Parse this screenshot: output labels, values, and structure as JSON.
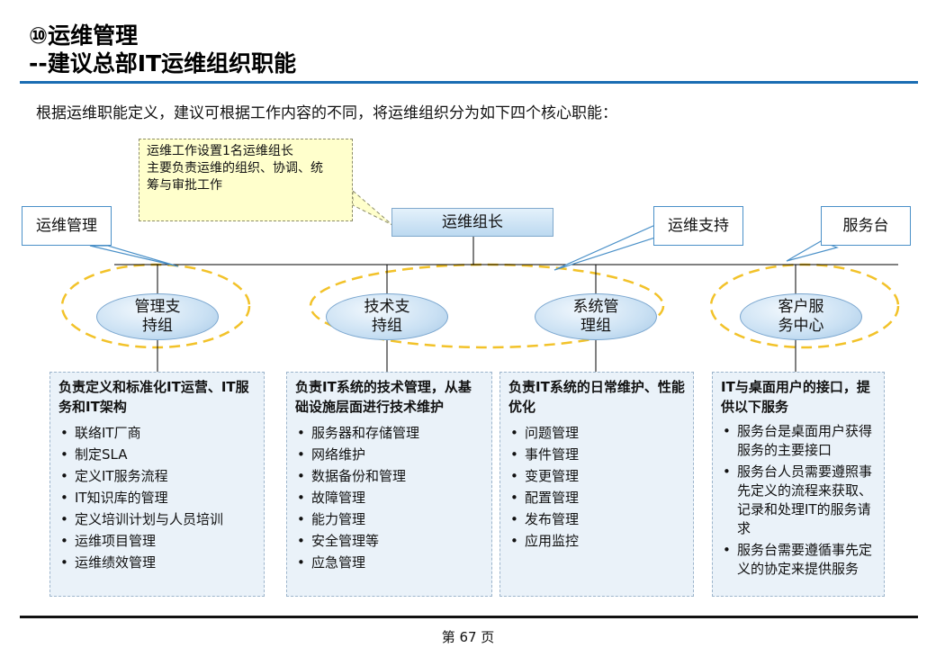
{
  "header": {
    "title_line1": "⑩运维管理",
    "title_line2": "--建议总部IT运维组织职能"
  },
  "intro": "根据运维职能定义，建议可根据工作内容的不同，将运维组织分为如下四个核心职能：",
  "note": {
    "lines": [
      "运维工作设置1名运维组长",
      "主要负责运维的组织、协调、统",
      "筹与审批工作"
    ]
  },
  "leader": "运维组长",
  "callouts": {
    "ops_mgmt": "运维管理",
    "ops_support": "运维支持",
    "service_desk": "服务台"
  },
  "nodes": [
    {
      "label": "管理支\n持组"
    },
    {
      "label": "技术支\n持组"
    },
    {
      "label": "系统管\n理组"
    },
    {
      "label": "客户服\n务中心"
    }
  ],
  "panels": [
    {
      "title": "负责定义和标准化IT运营、IT服务和IT架构",
      "items": [
        "联络IT厂商",
        "制定SLA",
        "定义IT服务流程",
        "IT知识库的管理",
        "定义培训计划与人员培训",
        "运维项目管理",
        "运维绩效管理"
      ]
    },
    {
      "title": "负责IT系统的技术管理，从基础设施层面进行技术维护",
      "items": [
        "服务器和存储管理",
        "网络维护",
        "数据备份和管理",
        "故障管理",
        "能力管理",
        "安全管理等",
        "应急管理"
      ]
    },
    {
      "title": "负责IT系统的日常维护、性能优化",
      "items": [
        "问题管理",
        "事件管理",
        "变更管理",
        "配置管理",
        "发布管理",
        "应用监控"
      ]
    },
    {
      "title": "IT与桌面用户的接口，提供以下服务",
      "items": [
        "服务台是桌面用户获得服务的主要接口",
        "服务台人员需要遵照事先定义的流程来获取、记录和处理IT的服务请求",
        "服务台需要遵循事先定义的协定来提供服务"
      ]
    }
  ],
  "footer": "第 67 页",
  "colors": {
    "accent_blue": "#1a6db3",
    "dashed_oval": "#f2c229",
    "note_bg": "#ffffcc",
    "panel_bg": "#eaf2f9"
  }
}
